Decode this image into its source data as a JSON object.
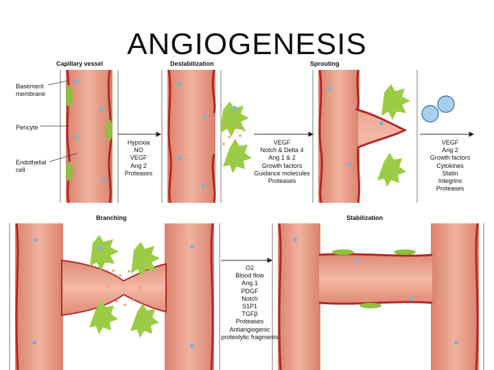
{
  "title": "ANGIOGENESIS",
  "panels": {
    "capillary": "Capillary vessel",
    "destabilization": "Destabilization",
    "sprouting": "Sprouting",
    "branching": "Branching",
    "stabilization": "Stabilization"
  },
  "labels": {
    "basement_1": "Basement",
    "basement_2": "membrane",
    "pericyte": "Pericyte",
    "endothelial_1": "Endothelial",
    "endothelial_2": "cell"
  },
  "factors": {
    "step1": [
      "Hypoxia",
      "NO",
      "VEGF",
      "Ang 2",
      "Proteases"
    ],
    "step2": [
      "VEGF",
      "Notch & Delta 4",
      "Ang 1 & 2",
      "Growth factors",
      "Guidance molecules",
      "Proteases"
    ],
    "step3": [
      "VEGF",
      "Ang 2",
      "Growth factors",
      "Cytokines",
      "Statin",
      "Integrins",
      "Proteases"
    ],
    "step4": [
      "O2",
      "Blood flow",
      "Ang 1",
      "PDGF",
      "Notch",
      "S1P1",
      "TGFβ",
      "Proteases",
      "Antiangiogenic",
      "proteolytic fragments"
    ]
  },
  "colors": {
    "vessel": "#e79a86",
    "vessel_light": "#f6c9ba",
    "membrane": "#b4262b",
    "pericyte": "#8fbf3f",
    "nucleus": "#7fb2d9",
    "arrow": "#222222"
  }
}
